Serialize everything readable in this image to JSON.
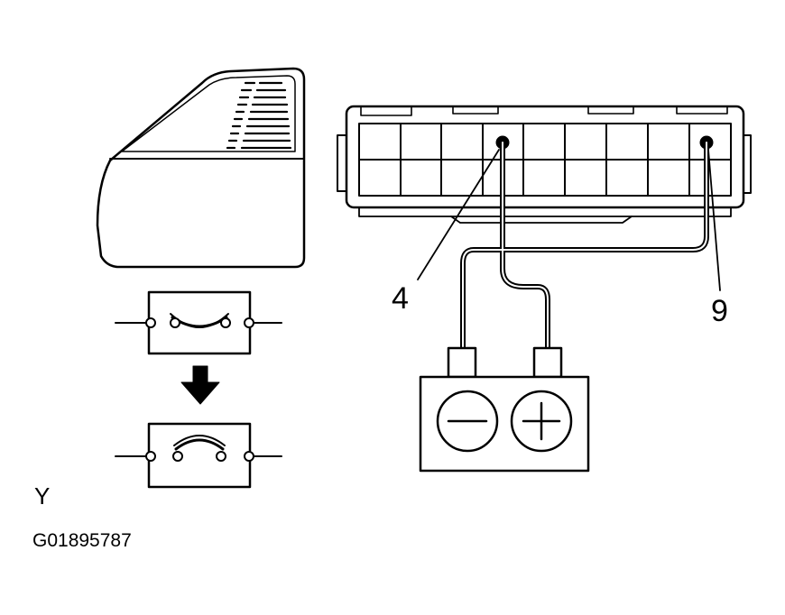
{
  "labels": {
    "pin_left": "4",
    "pin_right": "9",
    "view": "Y",
    "figure_id": "G01895787"
  },
  "battery": {
    "negative_symbol": "minus-icon",
    "positive_symbol": "plus-icon"
  },
  "switch_states": [
    "open-switch-icon",
    "closed-switch-icon"
  ],
  "colors": {
    "ink": "#000000",
    "paper": "#ffffff"
  }
}
